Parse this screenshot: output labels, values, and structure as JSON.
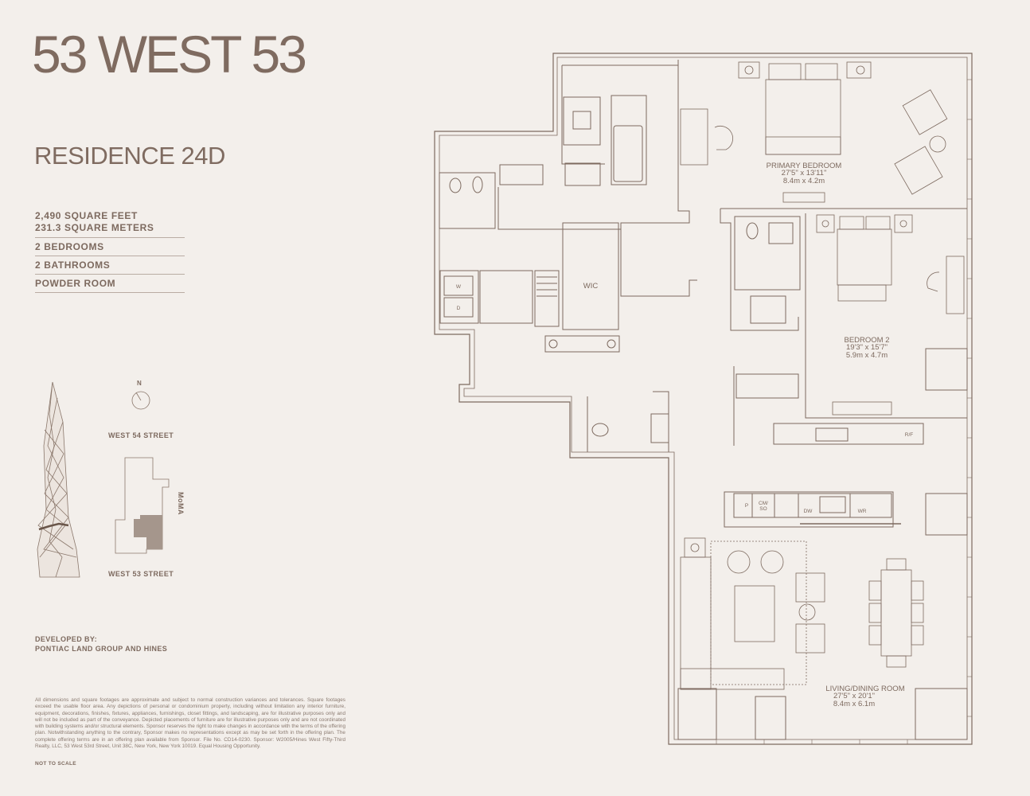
{
  "header": {
    "brand": "53 WEST 53",
    "residence": "RESIDENCE 24D"
  },
  "specs": {
    "area_sqft": "2,490 SQUARE FEET",
    "area_sqm": "231.3 SQUARE METERS",
    "bedrooms": "2 BEDROOMS",
    "bathrooms": "2 BATHROOMS",
    "powder": "POWDER ROOM"
  },
  "keyplan": {
    "north": "N",
    "street_north": "WEST 54 STREET",
    "street_south": "WEST 53 STREET",
    "neighbor": "MoMA"
  },
  "developer": {
    "label": "DEVELOPED BY:",
    "name": "PONTIAC LAND GROUP AND HINES"
  },
  "disclaimer": "All dimensions and square footages are approximate and subject to normal construction variances and tolerances. Square footages exceed the usable floor area. Any depictions of personal or condominium property, including without limitation any interior furniture, equipment, decorations, finishes, fixtures, appliances, furnishings, closet fittings, and landscaping, are for illustrative purposes only and will not be included as part of the conveyance. Depicted placements of furniture are for illustrative purposes only and are not coordinated with building systems and/or structural elements. Sponsor reserves the right to make changes in accordance with the terms of the offering plan. Notwithstanding anything to the contrary, Sponsor makes no representations except as may be set forth in the offering plan. The complete offering terms are in an offering plan available from Sponsor. File No. CD14-0230. Sponsor: W2005/Hines West Fifty-Third Realty, LLC, 53 West 53rd Street, Unit 38C, New York, New York 10019. Equal Housing Opportunity.",
  "not_to_scale": "NOT TO SCALE",
  "rooms": {
    "primary": {
      "name": "PRIMARY BEDROOM",
      "imperial": "27'5\" x 13'11\"",
      "metric": "8.4m x 4.2m"
    },
    "bedroom2": {
      "name": "BEDROOM 2",
      "imperial": "19'3\" x 15'7\"",
      "metric": "5.9m x 4.7m"
    },
    "living": {
      "name": "LIVING/DINING ROOM",
      "imperial": "27'5\" x 20'1\"",
      "metric": "8.4m x 6.1m"
    },
    "wic": "WIC",
    "washer": "W",
    "dryer": "D",
    "rf": "R/F",
    "p": "P",
    "cmso": "CM/",
    "cmso2": "SO",
    "dw": "DW",
    "wr": "WR"
  },
  "colors": {
    "ink": "#7d6a5f",
    "paper": "#f3efeb",
    "building": "#a5968c"
  }
}
